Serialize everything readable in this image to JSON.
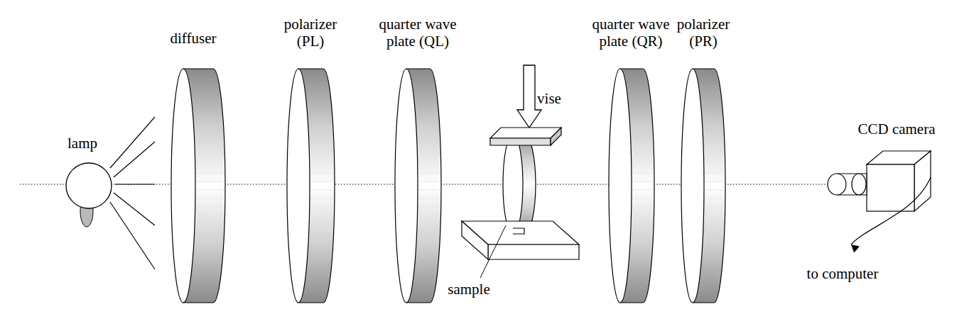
{
  "diagram": {
    "labels": [
      "diffuser",
      "polarizer (PL)",
      "quarter wave plate (QL)",
      "quarter wave plate (QR)",
      "polarizer (PR)",
      "vise",
      "lamp",
      "CCD camera",
      "sample",
      "to computer"
    ]
  }
}
